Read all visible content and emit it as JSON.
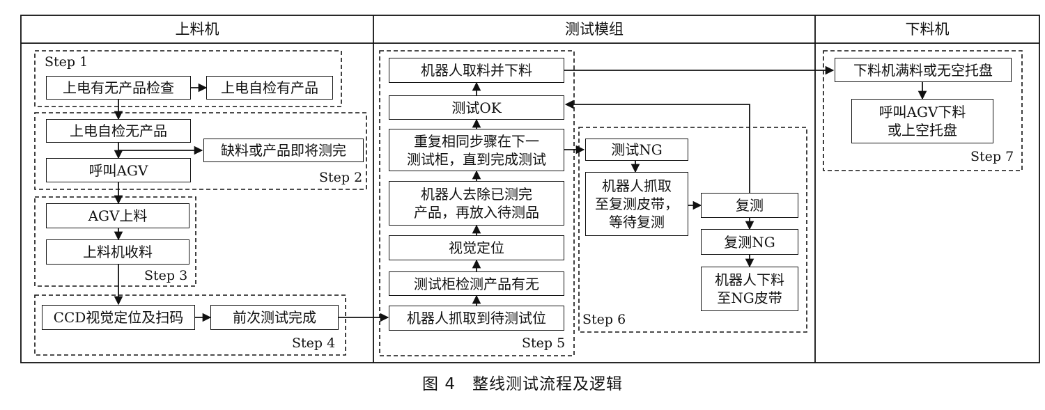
{
  "columns": {
    "left": "上料机",
    "middle": "测试模组",
    "right": "下料机"
  },
  "steps": {
    "s1": "Step 1",
    "s2": "Step 2",
    "s3": "Step 3",
    "s4": "Step 4",
    "s5": "Step 5",
    "s6": "Step 6",
    "s7": "Step 7"
  },
  "nodes": {
    "n1": "上电有无产品检查",
    "n2": "上电自检有产品",
    "n3": "上电自检无产品",
    "n4": "缺料或产品即将测完",
    "n5": "呼叫AGV",
    "n6": "AGV上料",
    "n7": "上料机收料",
    "n8": "CCD视觉定位及扫码",
    "n9": "前次测试完成",
    "m1": "机器人取料并下料",
    "m2": "测试OK",
    "m3": "重复相同步骤在下一\n测试柜，直到完成测试",
    "m4": "机器人去除已测完\n产品，再放入待测品",
    "m5": "视觉定位",
    "m6": "测试柜检测产品有无",
    "m7": "机器人抓取到待测试位",
    "r1": "测试NG",
    "r2": "机器人抓取\n至复测皮带，\n等待复测",
    "r3": "复测",
    "r4": "复测NG",
    "r5": "机器人下料\n至NG皮带",
    "u1": "下料机满料或无空托盘",
    "u2": "呼叫AGV下料\n或上空托盘"
  },
  "caption": "图 4　整线测试流程及逻辑"
}
